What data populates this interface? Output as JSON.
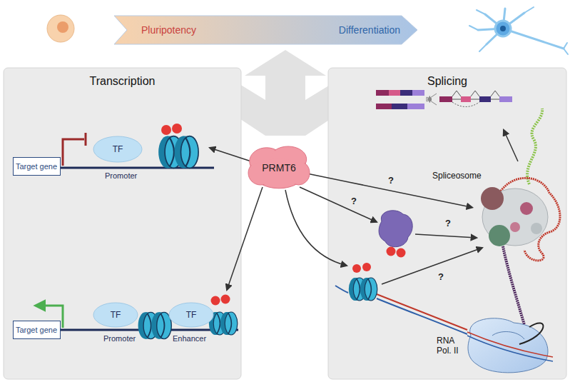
{
  "diagram": {
    "nodes": [
      {
        "text": [
          "Pluripotency",
          "Differentiation"
        ]
      },
      {
        "text": [
          "Transcription"
        ]
      },
      {
        "text": [
          "Target gene"
        ],
        "in": 1
      },
      {
        "text": [
          "TF"
        ],
        "in": 1
      },
      {
        "text": [
          "Target gene"
        ],
        "in": 1
      },
      {
        "text": [
          "TF"
        ],
        "in": 1
      },
      {
        "text": [
          "TF"
        ],
        "in": 1
      },
      {
        "text": [
          "PRMT6"
        ]
      },
      {
        "text": [
          "Splicing"
        ]
      },
      {
        "text": [
          "Spliceosome"
        ],
        "in": 8
      },
      {
        "text": [
          "RNA Pol. II"
        ],
        "in": 8
      }
    ],
    "edges": [
      {
        "from": 7,
        "to": 9,
        "label": "?",
        "arrow": "to"
      }
    ],
    "labels": [
      "Promoter",
      "Promoter",
      "Enhancer",
      "?",
      "?",
      "?"
    ]
  }
}
